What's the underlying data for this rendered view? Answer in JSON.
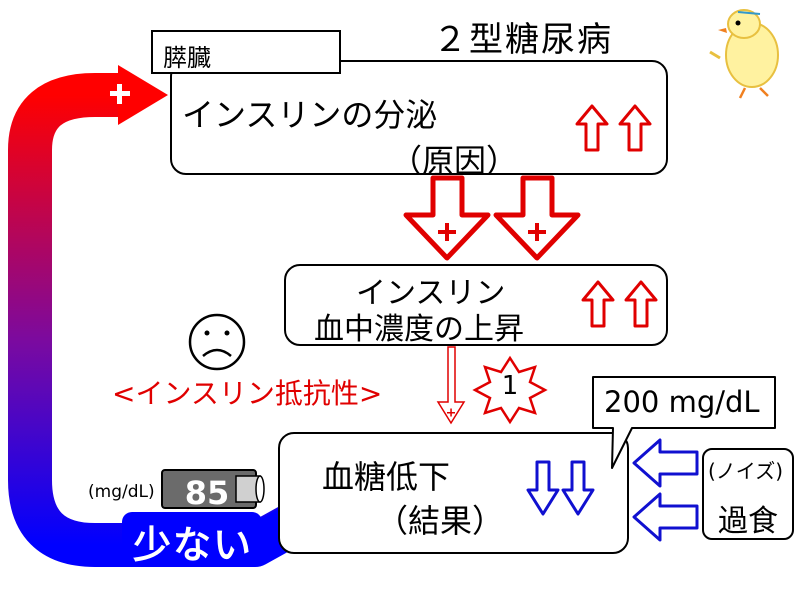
{
  "title": "２型糖尿病",
  "pancreas_tag": "膵臓",
  "top_box": {
    "line1": "インスリンの分泌",
    "line2": "（原因）"
  },
  "middle_box": {
    "line1": "インスリン",
    "line2": "血中濃度の上昇"
  },
  "bottom_box": {
    "line1": "血糖低下",
    "line2": "（結果）"
  },
  "resistance_label": "<インスリン抵抗性>",
  "bubble": {
    "text": "200 mg/dL"
  },
  "meter": {
    "unit": "(mg/dL)",
    "value": "85"
  },
  "few_label": "少ない",
  "side_box": {
    "line1": "(ノイズ)",
    "line2": "過食"
  },
  "plus_sign": "+",
  "burst_label": "1",
  "colors": {
    "red": "#e00000",
    "blue": "#1010d0",
    "gray": "#6b6b6b"
  }
}
